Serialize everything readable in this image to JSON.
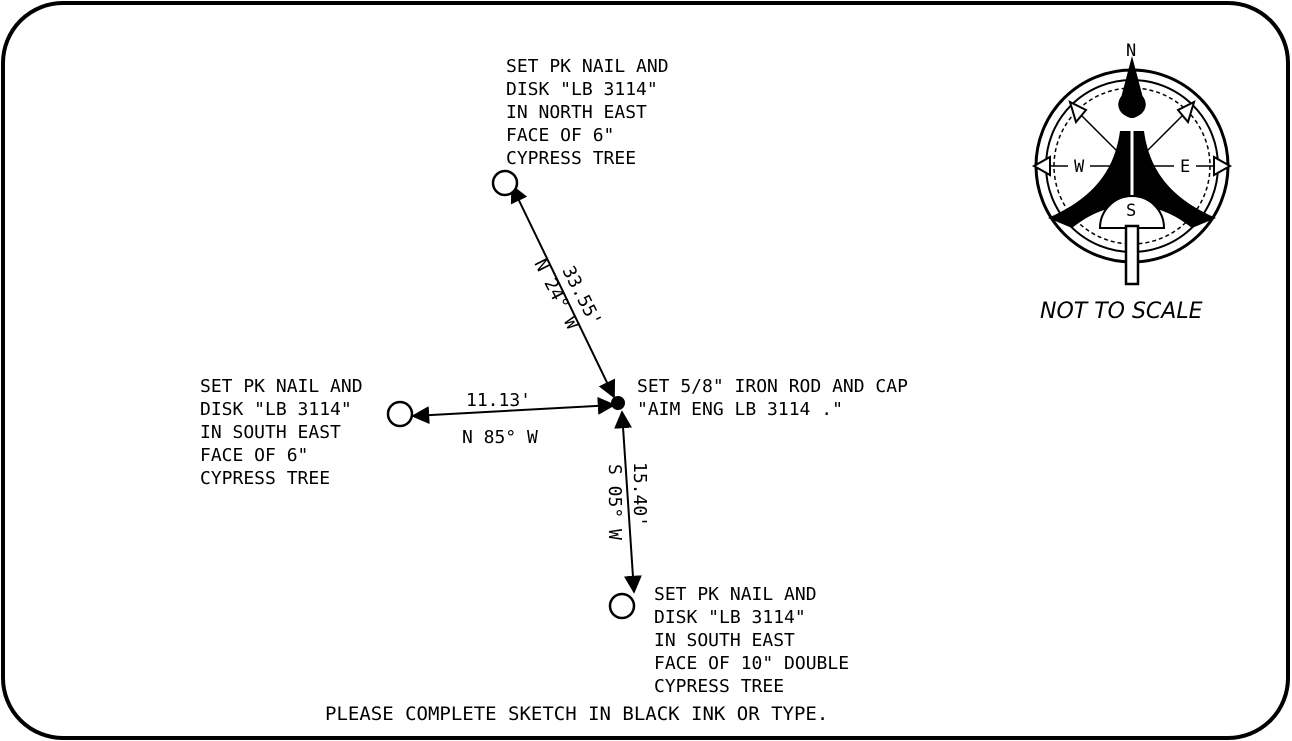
{
  "center_point": {
    "label_lines": [
      "SET 5/8\" IRON ROD AND CAP",
      "\"AIM ENG LB 3114 .\""
    ]
  },
  "points": {
    "north": {
      "label_lines": [
        "SET PK NAIL AND",
        "DISK \"LB 3114\"",
        "IN NORTH EAST",
        "FACE OF 6\"",
        "CYPRESS TREE"
      ],
      "distance": "33.55'",
      "bearing": "N 24° W"
    },
    "west": {
      "label_lines": [
        "SET PK NAIL AND",
        "DISK \"LB 3114\"",
        "IN SOUTH EAST",
        "FACE OF 6\"",
        "CYPRESS TREE"
      ],
      "distance": "11.13'",
      "bearing": "N 85° W"
    },
    "south": {
      "label_lines": [
        "SET PK NAIL AND",
        "DISK \"LB 3114\"",
        "IN SOUTH EAST",
        "FACE OF 10\" DOUBLE",
        "CYPRESS TREE"
      ],
      "distance": "15.40'",
      "bearing": "S 05° W"
    }
  },
  "compass": {
    "north_letter": "N",
    "south_letter": "S",
    "east_letter": "E",
    "west_letter": "W",
    "scale_note": "NOT TO SCALE"
  },
  "footer": "PLEASE COMPLETE SKETCH IN BLACK INK OR TYPE."
}
